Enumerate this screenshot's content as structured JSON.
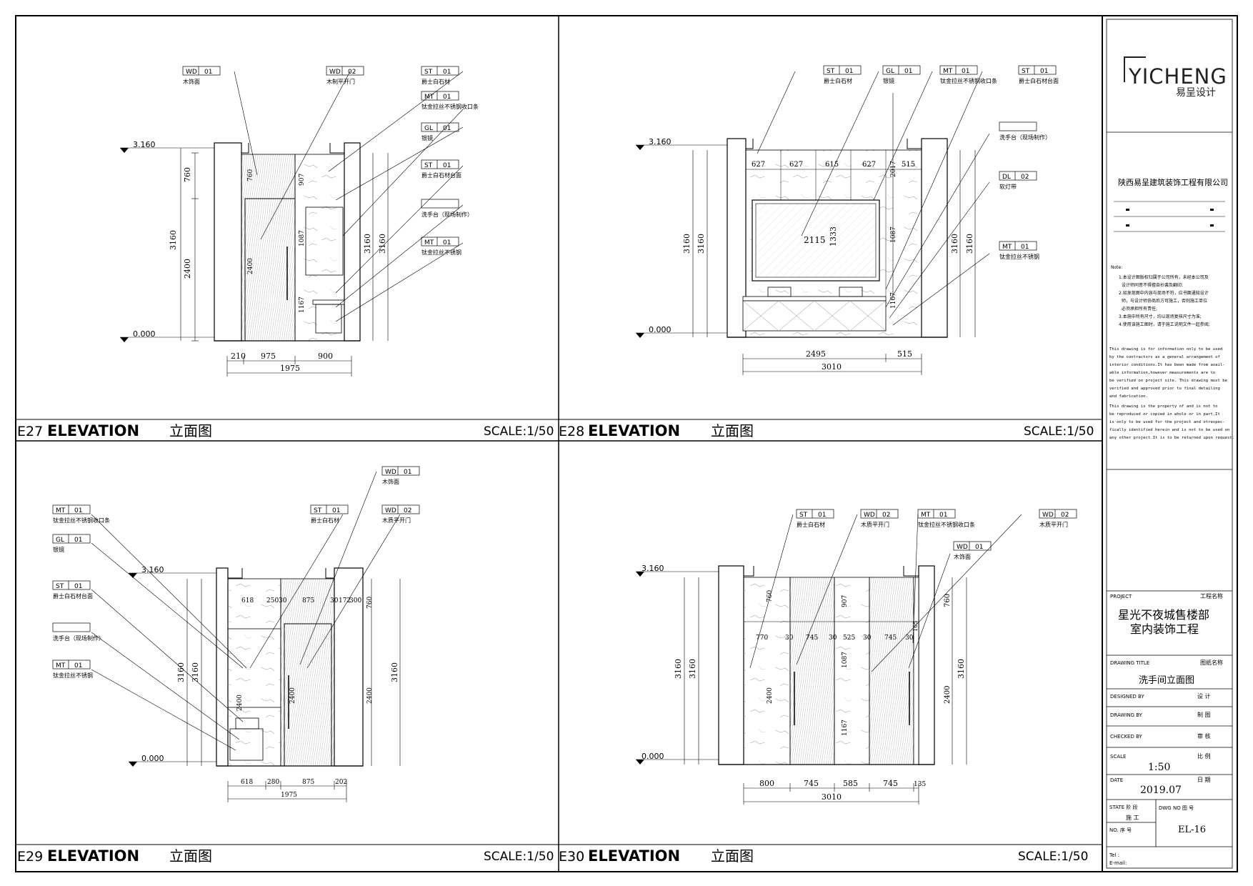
{
  "title_block": {
    "logo_text": "YICHENG",
    "logo_sub": "易呈设计",
    "company": "陕西易呈建筑装饰工程有限公司",
    "note_label": "Note:",
    "notes_cn": [
      "1.本设计图版权归属于公司所有，未经本公司及",
      "设计师同意不得擅自抄袭及翻印;",
      "2.如发现图中内容与现场不符，应书面通知设计",
      "师，与设计师协商后方可施工，否则施工单位",
      "必须承担所有责任;",
      "3.本施中所有尺寸，均以现场复核尺寸为准;",
      "4.使用该施工图时，请于施工说明文件一起参阅;"
    ],
    "notes_en": [
      "This drawing is for information only to be used",
      "by the contractors as a general arrangement of",
      "interior conditions.It has been made from avail-",
      "able  information,however measurements are to",
      "be verified on project site. This drawing must be",
      "verified and approved prior to final detailing",
      "and fabrication.",
      " This drawing is the property of and is not to",
      "be reproduced or copied in whole or in part.It",
      "is only to be used for the project  and otrespec-",
      "fically  identified herein and is not to be used on",
      "any other project.It is to be returned upon request."
    ],
    "project_label": "PROJECT",
    "project_label_cn": "工程名称",
    "project_name_1": "星光不夜城售楼部",
    "project_name_2": "室内装饰工程",
    "drawing_title_label": "DRAWING TITLE",
    "drawing_title_label_cn": "图纸名称",
    "drawing_title": "洗手间立面图",
    "designed_label": "DESIGNED  BY",
    "designed_label_cn": "设    计",
    "drawing_label": "DRAWING  BY",
    "drawing_label_cn": "制    图",
    "checked_label": "CHECKED  BY",
    "checked_label_cn": "审    核",
    "scale_label": "SCALE",
    "scale_label_cn": "比    例",
    "scale_value": "1:50",
    "date_label": "DATE",
    "date_label_cn": "日    期",
    "date_value": "2019.07",
    "state_label": "STATE 阶    段",
    "state_value": "施    工",
    "dwg_label": "DWG NO         图    号",
    "no_label": "NO. 序    号",
    "dwg_value": "EL-16",
    "tel_label": "Tel :",
    "email_label": "E-mail:"
  },
  "panels": [
    {
      "code": "E27",
      "title": "ELEVATION",
      "title_cn": "立面图",
      "scale": "SCALE:1/50"
    },
    {
      "code": "E28",
      "title": "ELEVATION",
      "title_cn": "立面图",
      "scale": "SCALE:1/50"
    },
    {
      "code": "E29",
      "title": "ELEVATION",
      "title_cn": "立面图",
      "scale": "SCALE:1/50"
    },
    {
      "code": "E30",
      "title": "ELEVATION",
      "title_cn": "立面图",
      "scale": "SCALE:1/50"
    }
  ],
  "drawings": {
    "e27": {
      "levels": [
        "3.160",
        "0.000"
      ],
      "tags": [
        {
          "code": "WD",
          "num": "01",
          "desc": "木饰面"
        },
        {
          "code": "WD",
          "num": "02",
          "desc": "木制平开门"
        },
        {
          "code": "ST",
          "num": "01",
          "desc": "爵士白石材"
        },
        {
          "code": "MT",
          "num": "01",
          "desc": "钛金拉丝不锈钢收口条"
        },
        {
          "code": "GL",
          "num": "01",
          "desc": "银镜"
        },
        {
          "code": "ST",
          "num": "01",
          "desc": "爵士白石材台面"
        },
        {
          "code": "",
          "num": "",
          "desc": "洗手台（现场制作）"
        },
        {
          "code": "MT",
          "num": "01",
          "desc": "钛金拉丝不锈钢"
        }
      ],
      "dims_left": [
        "760",
        "3160",
        "2400"
      ],
      "dims_inner": [
        "760",
        "2400",
        "907",
        "1087",
        "1167"
      ],
      "dims_right": [
        "3160",
        "3160"
      ],
      "dims_bottom": [
        "210",
        "975",
        "900"
      ],
      "dims_total": "1975"
    },
    "e28": {
      "levels": [
        "3.160",
        "0.000"
      ],
      "tags": [
        {
          "code": "ST",
          "num": "01",
          "desc": "爵士白石材"
        },
        {
          "code": "GL",
          "num": "01",
          "desc": "银镜"
        },
        {
          "code": "MT",
          "num": "01",
          "desc": "钛金拉丝不锈钢收口条"
        },
        {
          "code": "ST",
          "num": "01",
          "desc": "爵士白石材台面"
        },
        {
          "code": "",
          "num": "",
          "desc": "洗手台（现场制作）"
        },
        {
          "code": "DL",
          "num": "02",
          "desc": "软灯带"
        },
        {
          "code": "MT",
          "num": "01",
          "desc": "钛金拉丝不锈钢"
        }
      ],
      "dims_top": [
        "627",
        "627",
        "615",
        "627",
        "515"
      ],
      "dims_left": [
        "3160",
        "3160"
      ],
      "dims_inner": [
        "2115",
        "1333",
        "2017",
        "1087",
        "1167"
      ],
      "dims_right": [
        "3160",
        "3160"
      ],
      "dims_bottom": [
        "2495",
        "515"
      ],
      "dims_total": "3010"
    },
    "e29": {
      "levels": [
        "3.160",
        "0.000"
      ],
      "tags": [
        {
          "code": "WD",
          "num": "01",
          "desc": "木饰面"
        },
        {
          "code": "MT",
          "num": "01",
          "desc": "钛金拉丝不锈钢收口条"
        },
        {
          "code": "ST",
          "num": "01",
          "desc": "爵士白石材"
        },
        {
          "code": "WD",
          "num": "02",
          "desc": "木质平开门"
        },
        {
          "code": "GL",
          "num": "01",
          "desc": "银镜"
        },
        {
          "code": "ST",
          "num": "01",
          "desc": "爵士白石材台面"
        },
        {
          "code": "",
          "num": "",
          "desc": "洗手台（现场制作）"
        },
        {
          "code": "MT",
          "num": "01",
          "desc": "钛金拉丝不锈钢"
        }
      ],
      "dims_top": [
        "618",
        "250",
        "30",
        "875",
        "30",
        "172",
        "300"
      ],
      "dims_left": [
        "3160",
        "3160"
      ],
      "dims_inner": [
        "2400",
        "760",
        "2400"
      ],
      "dims_right": [
        "3160"
      ],
      "dims_bottom": [
        "618",
        "280",
        "875",
        "202"
      ],
      "dims_total": "1975"
    },
    "e30": {
      "levels": [
        "3.160",
        "0.000"
      ],
      "tags": [
        {
          "code": "ST",
          "num": "01",
          "desc": "爵士白石材"
        },
        {
          "code": "WD",
          "num": "02",
          "desc": "木质平开门"
        },
        {
          "code": "MT",
          "num": "01",
          "desc": "钛金拉丝不锈钢收口条"
        },
        {
          "code": "WD",
          "num": "02",
          "desc": "木质平开门"
        },
        {
          "code": "WD",
          "num": "01",
          "desc": "木饰面"
        }
      ],
      "dims_top": [
        "770",
        "30",
        "745",
        "30",
        "525",
        "30",
        "745",
        "30"
      ],
      "dims_left": [
        "3160",
        "3160"
      ],
      "dims_inner": [
        "760",
        "2400",
        "907",
        "1087",
        "1167",
        "105"
      ],
      "dims_right": [
        "760",
        "2400",
        "3160"
      ],
      "dims_bottom": [
        "800",
        "745",
        "585",
        "745",
        "135"
      ],
      "dims_total": "3010"
    }
  }
}
